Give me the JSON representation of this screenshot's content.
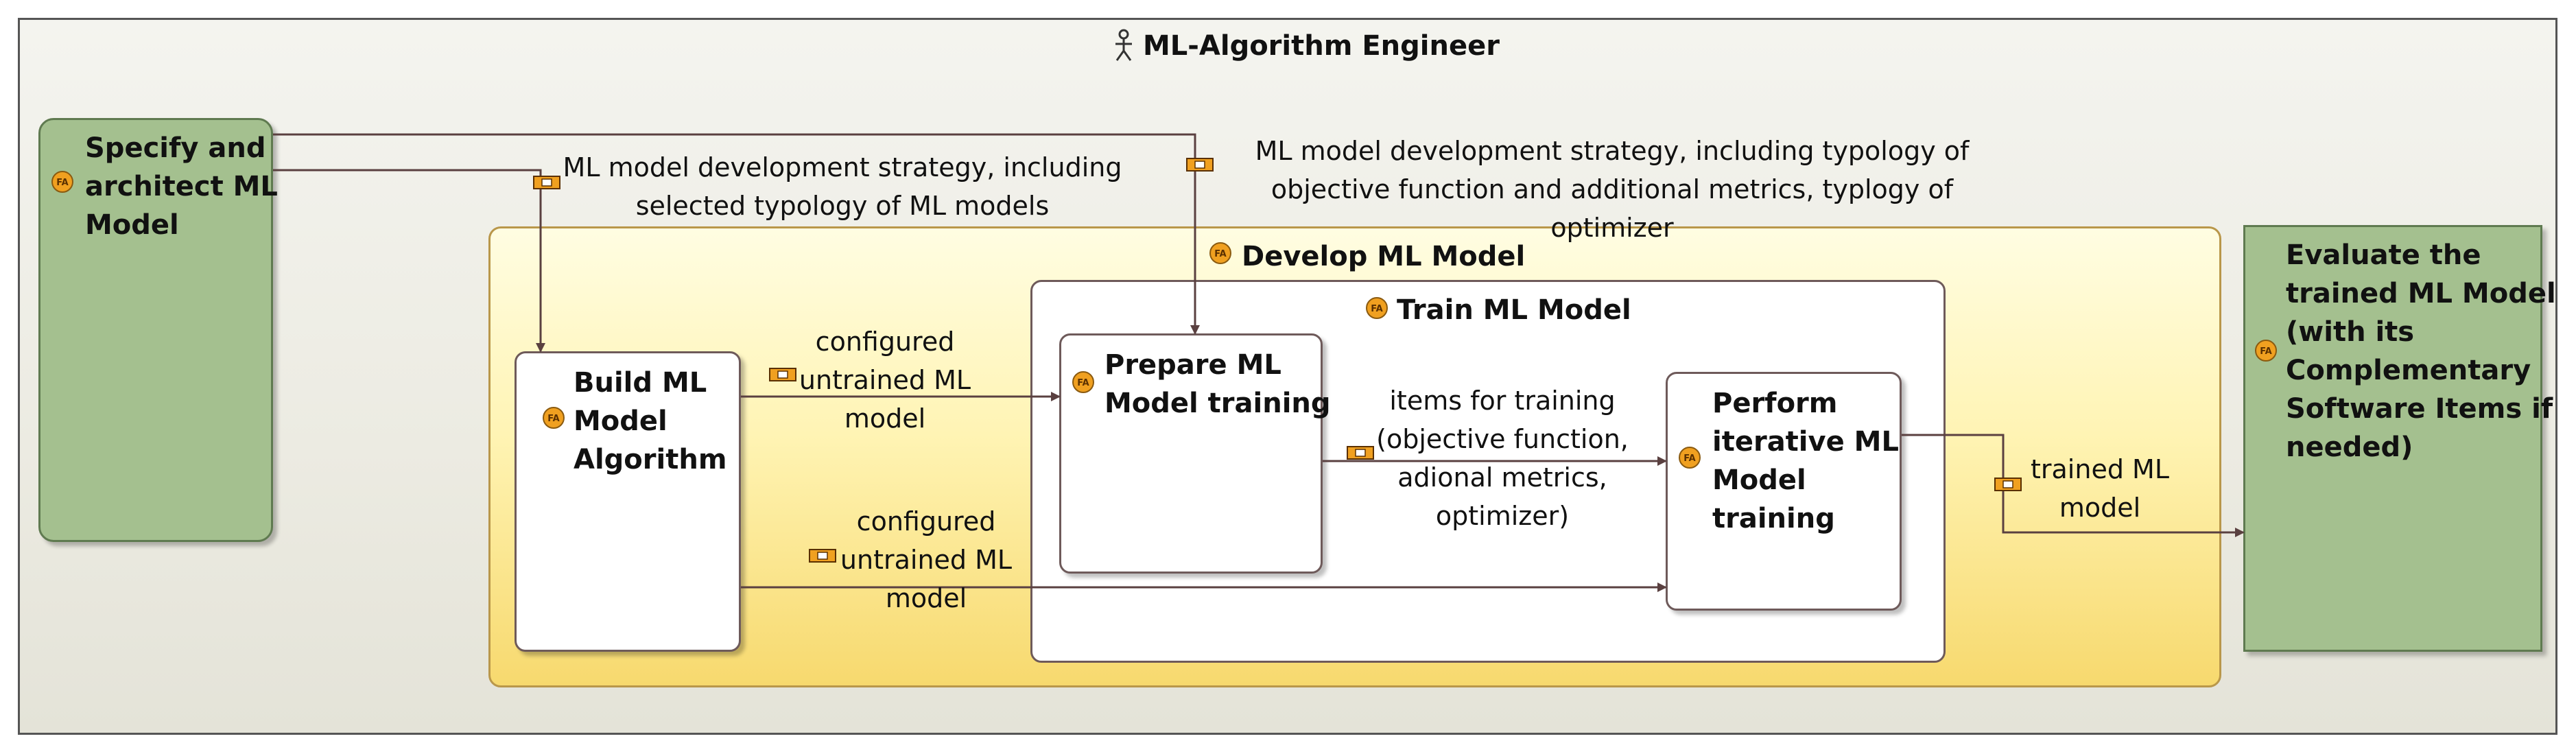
{
  "actor": {
    "name": "ML-Algorithm Engineer"
  },
  "functions": {
    "specify": "Specify and\narchitect ML\nModel",
    "develop": "Develop ML Model",
    "train": "Train ML Model",
    "build": "Build ML\nModel\nAlgorithm",
    "prepare": "Prepare ML\nModel training",
    "perform": "Perform\niterative ML\nModel\ntraining",
    "evaluate": "Evaluate the\ntrained ML Model\n(with its\nComplementary\nSoftware Items if\nneeded)"
  },
  "exchanges": {
    "strategy_models": "ML model development strategy, including\nselected typology of ML models",
    "strategy_objective": "ML model development strategy, including typology of\nobjective function and additional metrics, typlogy of optimizer",
    "configured_1": "configured\nuntrained ML\nmodel",
    "configured_2": "configured\nuntrained ML\nmodel",
    "items_training": "items for training\n(objective function,\nadional metrics,\noptimizer)",
    "trained": "trained ML\nmodel"
  },
  "colors": {
    "function_green": "#a4c08f",
    "develop_yellow": "#fff4b4",
    "edge": "#5a4040",
    "icon_orange": "#f0a020"
  }
}
